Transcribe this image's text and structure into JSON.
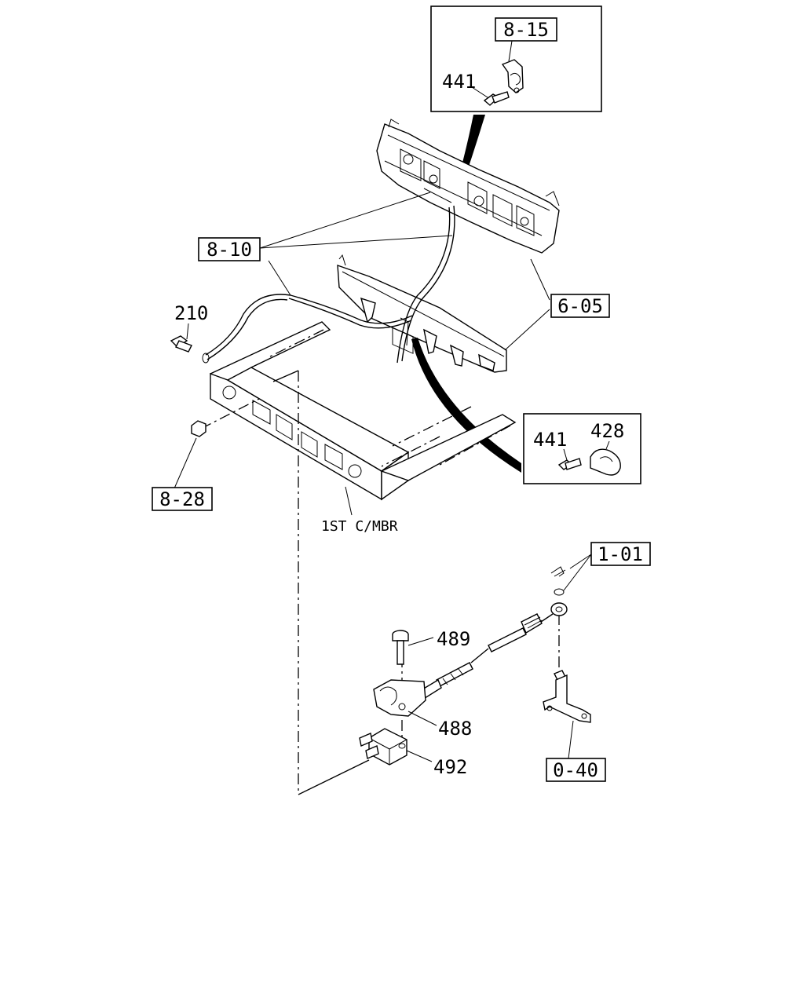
{
  "callouts": {
    "c_8_15": "8-15",
    "c_8_10": "8-10",
    "c_6_05": "6-05",
    "c_8_28": "8-28",
    "c_1_01": "1-01",
    "c_0_40": "0-40"
  },
  "part_numbers": {
    "p441_top": "441",
    "p210": "210",
    "p441_right": "441",
    "p428": "428",
    "p489": "489",
    "p488": "488",
    "p492": "492"
  },
  "labels": {
    "crossmember": "1ST C/MBR"
  }
}
